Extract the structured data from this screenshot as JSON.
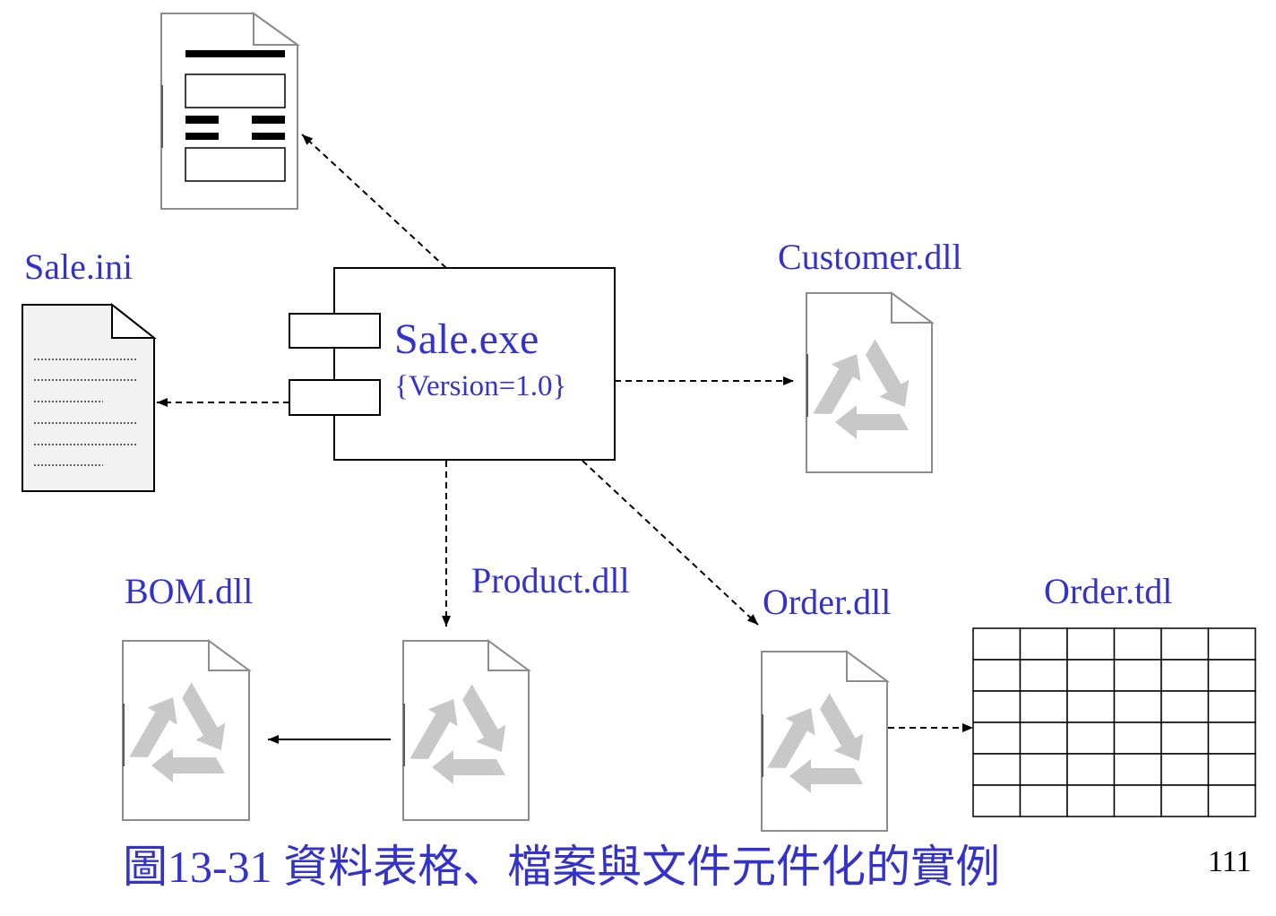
{
  "component": {
    "name": "Sale.exe",
    "tagged_value": "{Version=1.0}"
  },
  "artifacts": {
    "sale_ini": "Sale.ini",
    "customer_dll": "Customer.dll",
    "bom_dll": "BOM.dll",
    "product_dll": "Product.dll",
    "order_dll": "Order.dll",
    "order_tdl": {
      "label": "Order.tdl",
      "rows": 6,
      "columns": 6
    }
  },
  "caption": "圖13-31 資料表格、檔案與文件元件化的實例",
  "page_number": "111",
  "icons": {
    "form_document": "form-document-icon",
    "text_file": "text-file-icon",
    "library": "recycle-icon",
    "table": "table-grid-icon"
  },
  "colors": {
    "label": "#3333cc",
    "line": "#000000",
    "icon_gray": "#c8c8c8",
    "document_border": "#8c8c8c",
    "text_file_fill": "#f2f2f2"
  }
}
